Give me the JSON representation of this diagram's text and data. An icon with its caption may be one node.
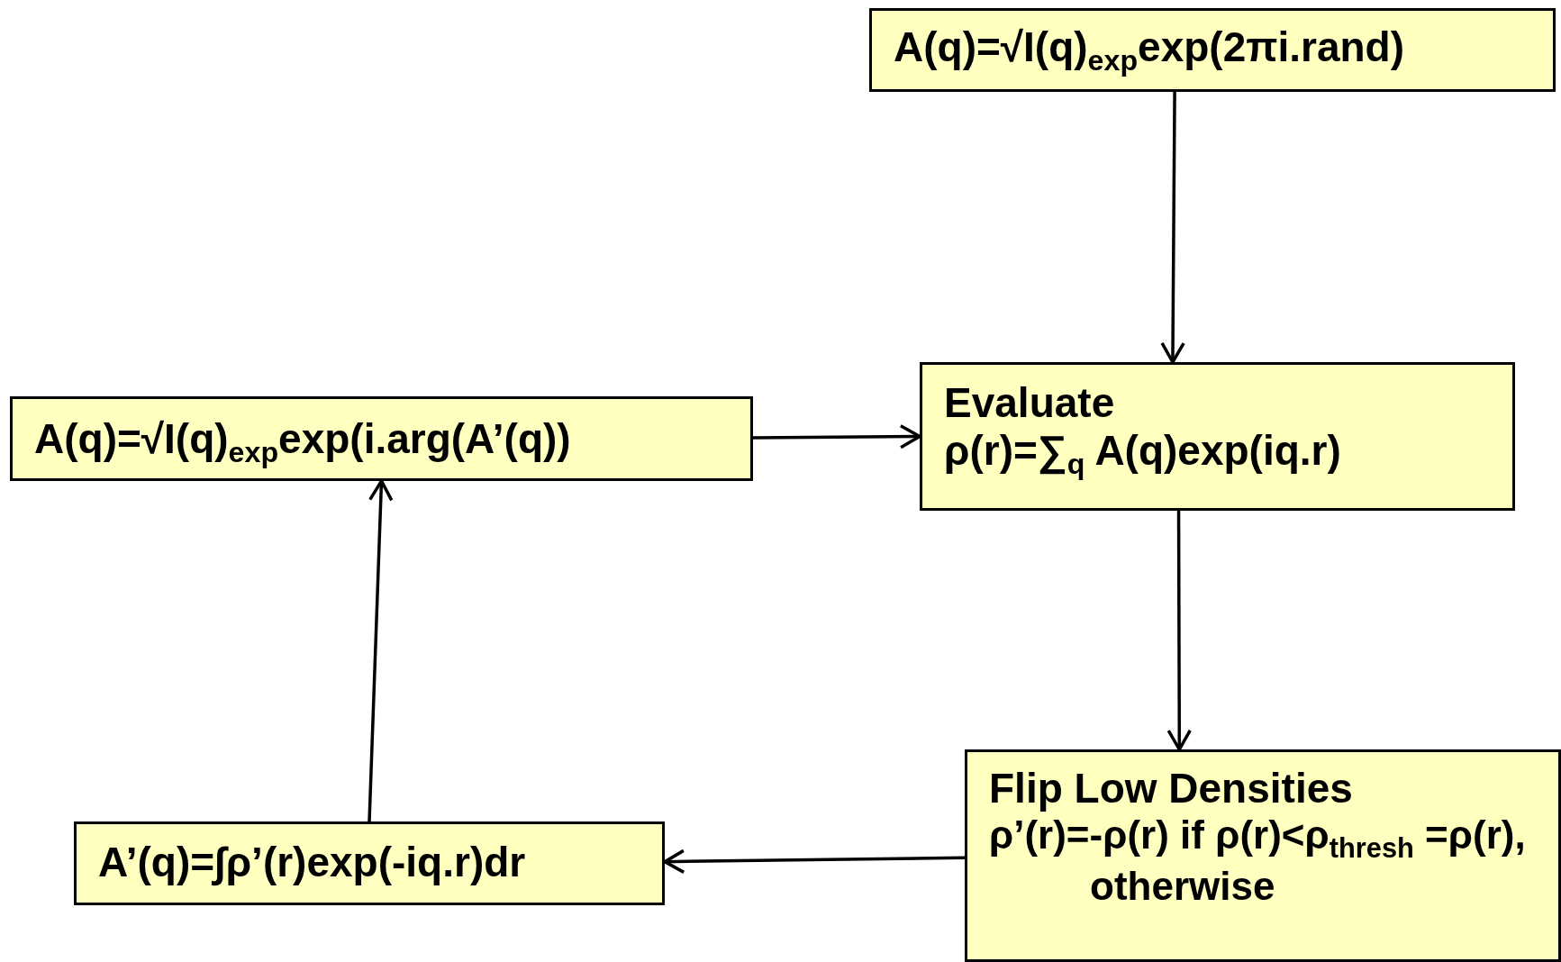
{
  "diagram": {
    "nodes": [
      {
        "text": [
          "A(q)=√I(q)$_{exp}$exp(2πi.rand)"
        ]
      },
      {
        "text": [
          "A(q)=√I(q)$_{exp}$exp(i.arg(A’(q))"
        ]
      },
      {
        "text": [
          "Evaluate",
          "ρ(r)=∑$_{q}$ A(q)exp(iq.r)"
        ]
      },
      {
        "text": [
          "A’(q)=∫ρ’(r)exp(-iq.r)dr"
        ]
      },
      {
        "text": [
          "Flip Low Densities",
          "ρ’(r)=-ρ(r) if ρ(r)<ρ$_{thresh}$ =ρ(r), otherwise"
        ]
      }
    ],
    "edges": [
      {
        "from": 0,
        "to": 2,
        "arrow": "to"
      },
      {
        "from": 1,
        "to": 2,
        "arrow": "to"
      },
      {
        "from": 2,
        "to": 4,
        "arrow": "to"
      },
      {
        "from": 4,
        "to": 3,
        "arrow": "to"
      },
      {
        "from": 3,
        "to": 1,
        "arrow": "to"
      }
    ]
  }
}
